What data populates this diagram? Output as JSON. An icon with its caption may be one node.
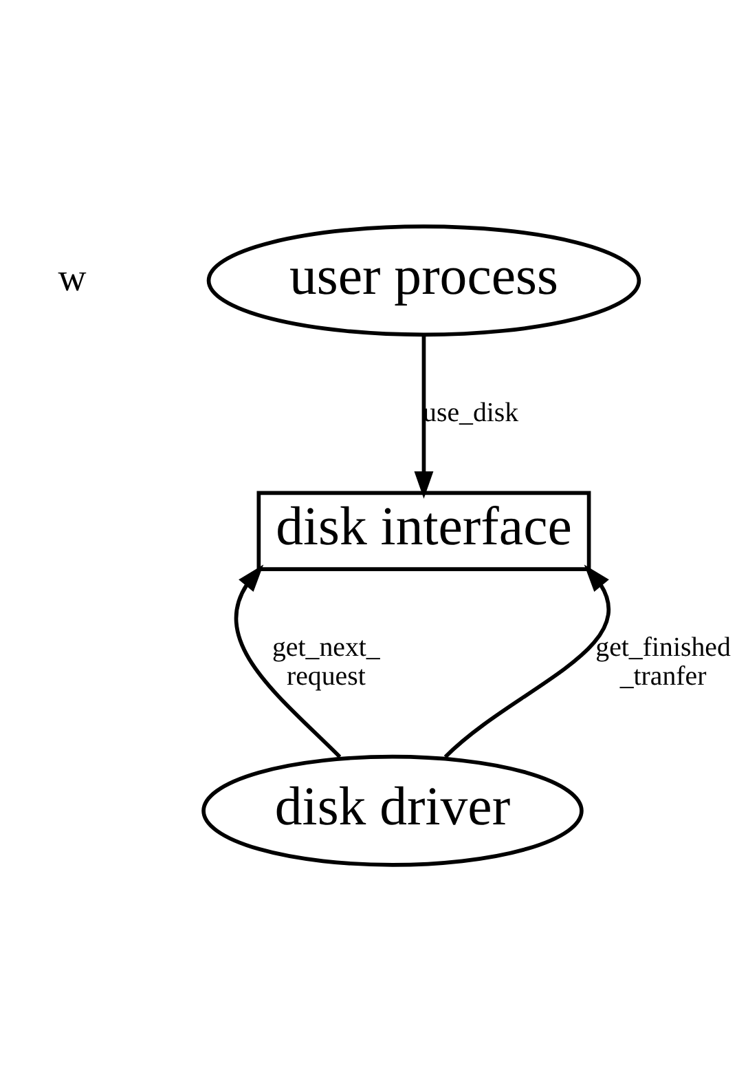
{
  "diagram": {
    "nodes": [
      {
        "text": [
          "user process"
        ]
      },
      {
        "text": [
          "disk interface"
        ]
      },
      {
        "text": [
          "disk driver"
        ]
      }
    ],
    "edges": [
      {
        "from": 0,
        "to": 1,
        "arrow": "to",
        "label": "use_disk"
      },
      {
        "from": 2,
        "to": 1,
        "arrow": "to",
        "label": "get_next_ request"
      },
      {
        "from": 2,
        "to": 1,
        "arrow": "to",
        "label": "get_finished _tranfer"
      }
    ],
    "labels": [
      "w"
    ]
  }
}
